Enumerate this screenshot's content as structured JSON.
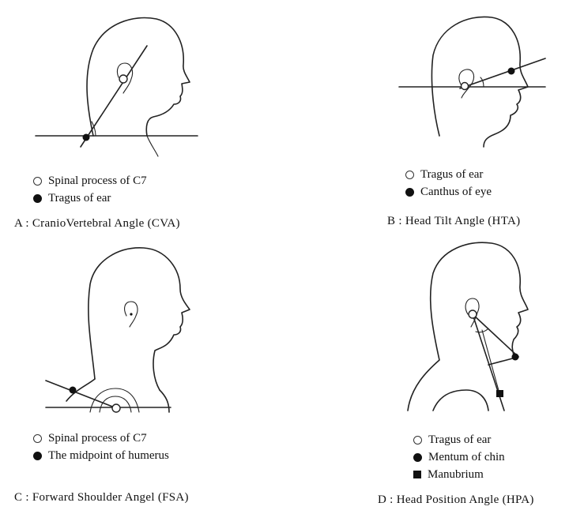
{
  "panels": {
    "a": {
      "legend": [
        {
          "symbol": "open-circle",
          "text": "Spinal process of C7"
        },
        {
          "symbol": "filled-circle",
          "text": "Tragus of ear"
        }
      ],
      "caption": "A : CranioVertebral Angle (CVA)"
    },
    "b": {
      "legend": [
        {
          "symbol": "open-circle",
          "text": "Tragus of ear"
        },
        {
          "symbol": "filled-circle",
          "text": "Canthus of eye"
        }
      ],
      "caption": "B : Head Tilt Angle (HTA)"
    },
    "c": {
      "legend": [
        {
          "symbol": "open-circle",
          "text": "Spinal process of C7"
        },
        {
          "symbol": "filled-circle",
          "text": "The midpoint of humerus"
        }
      ],
      "caption": "C : Forward Shoulder Angel (FSA)"
    },
    "d": {
      "legend": [
        {
          "symbol": "open-circle",
          "text": "Tragus of ear"
        },
        {
          "symbol": "filled-circle",
          "text": "Mentum of chin"
        },
        {
          "symbol": "filled-square",
          "text": "Manubrium"
        }
      ],
      "caption": "D : Head Position Angle (HPA)"
    }
  }
}
